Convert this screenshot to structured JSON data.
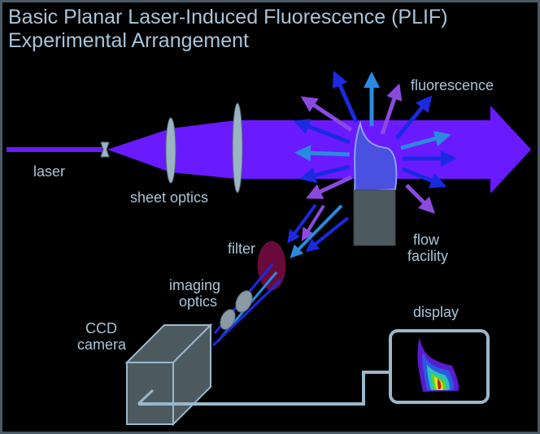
{
  "title": {
    "line1": "Basic Planar Laser-Induced Fluorescence (PLIF)",
    "line2": "Experimental Arrangement"
  },
  "labels": {
    "laser": "laser",
    "sheet_optics": "sheet optics",
    "fluorescence": "fluorescence",
    "flow_facility_1": "flow",
    "flow_facility_2": "facility",
    "filter": "filter",
    "imaging_optics_1": "imaging",
    "imaging_optics_2": "optics",
    "ccd_camera_1": "CCD",
    "ccd_camera_2": "camera",
    "display": "display"
  },
  "colors": {
    "background": "#000000",
    "frame": "#4a5a66",
    "text": "#a8c4d8",
    "beam": "#6a1aff",
    "lens": "#9ab4c4",
    "flame": "#4a50e0",
    "burner": "#4c5a60",
    "filter": "#6a0a3a",
    "arrow_blue": "#1a2ae0",
    "arrow_cyan": "#2a8ae0",
    "arrow_violet": "#8a4ae0",
    "wire": "#9ab8cc"
  }
}
